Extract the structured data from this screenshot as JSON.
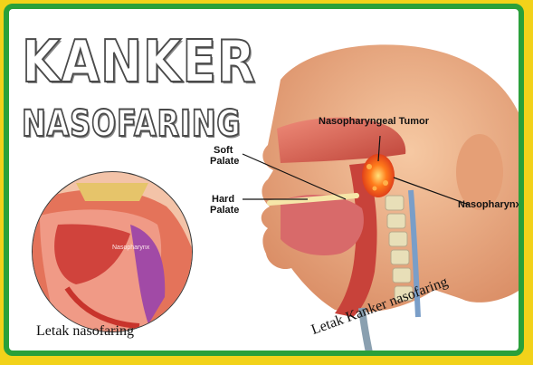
{
  "title": {
    "line1": "KANKER",
    "line2": "NASOFARING"
  },
  "labels": {
    "tumor": "Nasopharyngeal Tumor",
    "soft_palate_1": "Soft",
    "soft_palate_2": "Palate",
    "hard_palate_1": "Hard",
    "hard_palate_2": "Palate",
    "nasopharynx": "Nasopharynx",
    "inset_nasopharynx": "Nasopharynx"
  },
  "captions": {
    "inset": "Letak nasofaring",
    "main": "Letak Kanker nasofaring"
  },
  "colors": {
    "background": "#f2d21a",
    "border": "#2aa03a",
    "skin": "#f1b88f",
    "tissue": "#d9584a",
    "tumor": "#ff6a1a"
  }
}
